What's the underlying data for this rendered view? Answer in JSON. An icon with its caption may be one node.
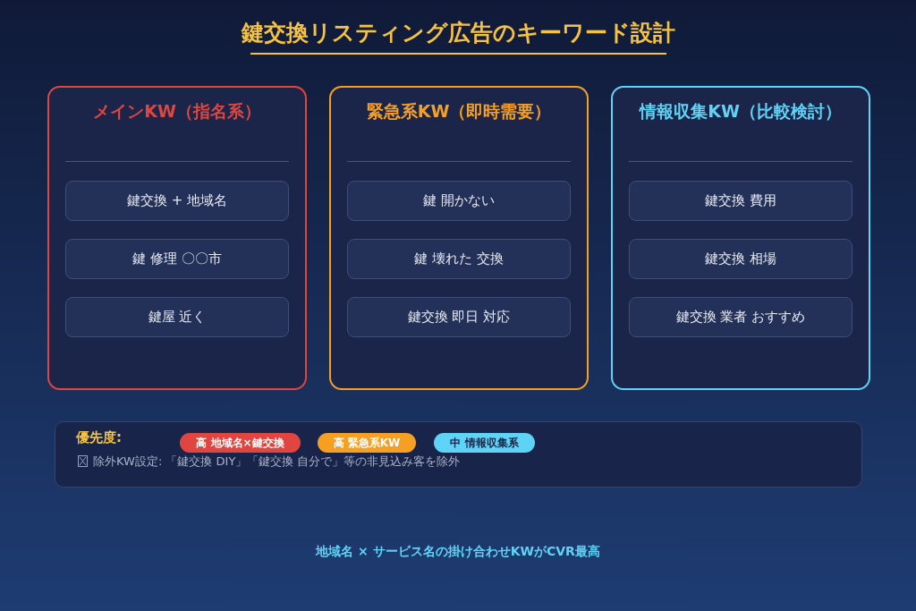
{
  "diagram": {
    "title": "鍵交換リスティング広告のキーワード設計",
    "nodes": [
      {
        "text": [
          "メインKW（指名系）"
        ]
      },
      {
        "text": [
          "鍵交換 + 地域名"
        ],
        "in": 0
      },
      {
        "text": [
          "鍵 修理 〇〇市"
        ],
        "in": 0
      },
      {
        "text": [
          "鍵屋 近く"
        ],
        "in": 0
      },
      {
        "text": [
          "緊急系KW（即時需要）"
        ]
      },
      {
        "text": [
          "鍵 開かない"
        ],
        "in": 4
      },
      {
        "text": [
          "鍵 壊れた 交換"
        ],
        "in": 4
      },
      {
        "text": [
          "鍵交換 即日 対応"
        ],
        "in": 4
      },
      {
        "text": [
          "情報収集KW（比較検討）"
        ]
      },
      {
        "text": [
          "鍵交換 費用"
        ],
        "in": 8
      },
      {
        "text": [
          "鍵交換 相場"
        ],
        "in": 8
      },
      {
        "text": [
          "鍵交換 業者 おすすめ"
        ],
        "in": 8
      },
      {
        "text": [
          "優先度:",
          "除外KW設定: 「鍵交換 DIY」「鍵交換 自分で」等の非見込み客を除外"
        ]
      },
      {
        "text": [
          "高 地域名×鍵交換"
        ],
        "in": 12
      },
      {
        "text": [
          "高 緊急系KW"
        ],
        "in": 12
      },
      {
        "text": [
          "中 情報収集系"
        ],
        "in": 12
      }
    ],
    "labels": [
      "地域名 × サービス名の掛け合わせKWがCVR最高"
    ]
  }
}
